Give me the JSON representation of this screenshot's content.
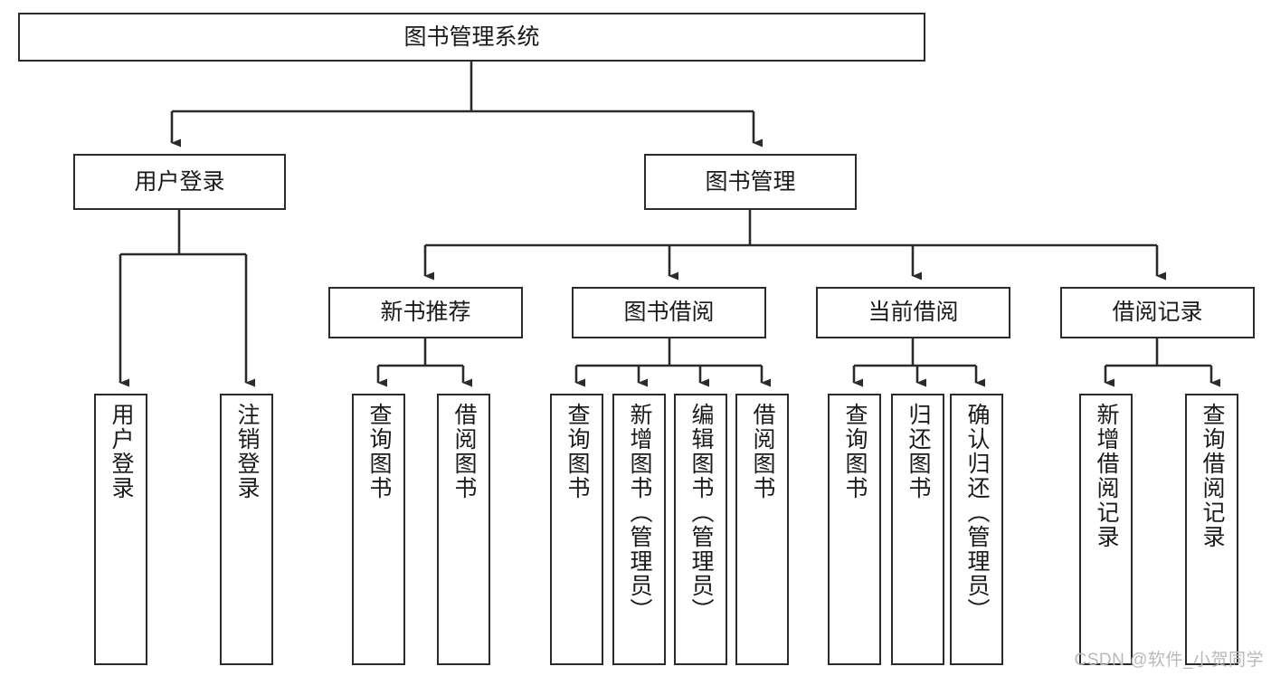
{
  "diagram": {
    "type": "tree-hierarchy-flowchart",
    "title": "图书管理系统",
    "watermark": "CSDN @软件_小贺同学",
    "colors": {
      "box_border": "#2b2b2b",
      "box_fill": "#ffffff",
      "connector": "#2b2b2b",
      "text": "#1a1a1a",
      "watermark": "#b9b9b9",
      "background": "#ffffff"
    },
    "levels": [
      {
        "level": 1,
        "nodes": [
          {
            "id": "root",
            "label": "图书管理系统",
            "orientation": "horizontal"
          }
        ]
      },
      {
        "level": 2,
        "nodes": [
          {
            "id": "n-user-login",
            "label": "用户登录",
            "orientation": "horizontal",
            "parent": "root"
          },
          {
            "id": "n-book-mgmt",
            "label": "图书管理",
            "orientation": "horizontal",
            "parent": "root"
          }
        ]
      },
      {
        "level": 3,
        "nodes": [
          {
            "id": "n-new-book-rec",
            "label": "新书推荐",
            "orientation": "horizontal",
            "parent": "n-book-mgmt"
          },
          {
            "id": "n-book-borrow",
            "label": "图书借阅",
            "orientation": "horizontal",
            "parent": "n-book-mgmt"
          },
          {
            "id": "n-current-borrow",
            "label": "当前借阅",
            "orientation": "horizontal",
            "parent": "n-book-mgmt"
          },
          {
            "id": "n-borrow-record",
            "label": "借阅记录",
            "orientation": "horizontal",
            "parent": "n-book-mgmt"
          }
        ]
      },
      {
        "level": 4,
        "nodes": [
          {
            "id": "leaf-1",
            "label": "用户登录",
            "orientation": "vertical",
            "parent": "n-user-login"
          },
          {
            "id": "leaf-2",
            "label": "注销登录",
            "orientation": "vertical",
            "parent": "n-user-login"
          },
          {
            "id": "leaf-3",
            "label": "查询图书",
            "orientation": "vertical",
            "parent": "n-new-book-rec"
          },
          {
            "id": "leaf-4",
            "label": "借阅图书",
            "orientation": "vertical",
            "parent": "n-new-book-rec"
          },
          {
            "id": "leaf-5",
            "label": "查询图书",
            "orientation": "vertical",
            "parent": "n-book-borrow"
          },
          {
            "id": "leaf-6",
            "label": "新增图书（管理员）",
            "orientation": "vertical",
            "parent": "n-book-borrow"
          },
          {
            "id": "leaf-7",
            "label": "编辑图书（管理员）",
            "orientation": "vertical",
            "parent": "n-book-borrow"
          },
          {
            "id": "leaf-8",
            "label": "借阅图书",
            "orientation": "vertical",
            "parent": "n-book-borrow"
          },
          {
            "id": "leaf-9",
            "label": "查询图书",
            "orientation": "vertical",
            "parent": "n-current-borrow"
          },
          {
            "id": "leaf-10",
            "label": "归还图书",
            "orientation": "vertical",
            "parent": "n-current-borrow"
          },
          {
            "id": "leaf-11",
            "label": "确认归还（管理员）",
            "orientation": "vertical",
            "parent": "n-current-borrow"
          },
          {
            "id": "leaf-12",
            "label": "新增借阅记录",
            "orientation": "vertical",
            "parent": "n-borrow-record"
          },
          {
            "id": "leaf-13",
            "label": "查询借阅记录",
            "orientation": "vertical",
            "parent": "n-borrow-record"
          }
        ]
      }
    ]
  }
}
